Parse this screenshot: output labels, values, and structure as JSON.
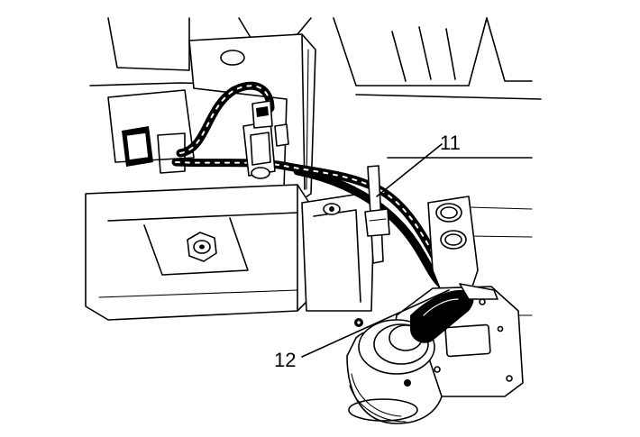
{
  "diagram": {
    "subject": "undercarriage-harness-and-sensor-assembly",
    "callouts": [
      {
        "id": "callout-11",
        "label": "11"
      },
      {
        "id": "callout-12",
        "label": "12"
      }
    ],
    "colors": {
      "line": "#000000",
      "background": "#ffffff"
    }
  }
}
